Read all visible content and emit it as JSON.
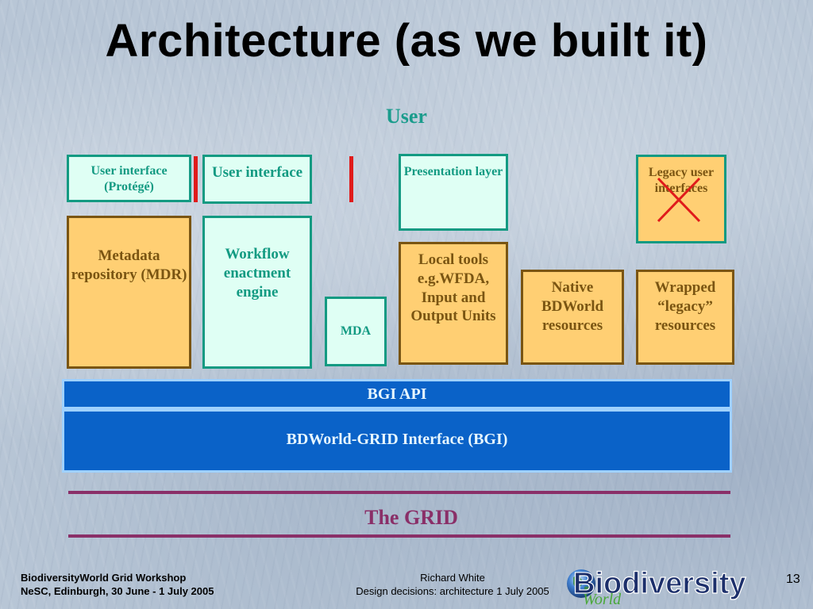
{
  "title": "Architecture (as we built it)",
  "diagram": {
    "user_label": "User",
    "boxes": {
      "ui_protege": "User interface (Protégé)",
      "ui_main": "User interface",
      "presentation": "Presentation layer",
      "legacy_ui": "Legacy user interfaces",
      "metadata": "Metadata repository (MDR)",
      "workflow": "Workflow enactment engine",
      "mda": "MDA",
      "local_tools": "Local tools e.g.WFDA, Input and Output Units",
      "native": "Native BDWorld resources",
      "wrapped": "Wrapped “legacy” resources"
    },
    "bgi_api": "BGI API",
    "bgi": "BDWorld-GRID Interface (BGI)",
    "grid": "The GRID"
  },
  "footer": {
    "left_line1": "BiodiversityWorld Grid Workshop",
    "left_line2": "NeSC, Edinburgh, 30 June - 1 July 2005",
    "mid_line1": "Richard White",
    "mid_line2": "Design decisions:  architecture  1 July 2005",
    "logo_main": "Biodiversity",
    "logo_sub": "World",
    "page": "13"
  },
  "colors": {
    "mint_border": "#139a82",
    "orange_fill": "#ffcf73",
    "bgi_blue": "#0a62c8",
    "grid_purple": "#8a2f68",
    "cross_red": "#e01b1b"
  }
}
